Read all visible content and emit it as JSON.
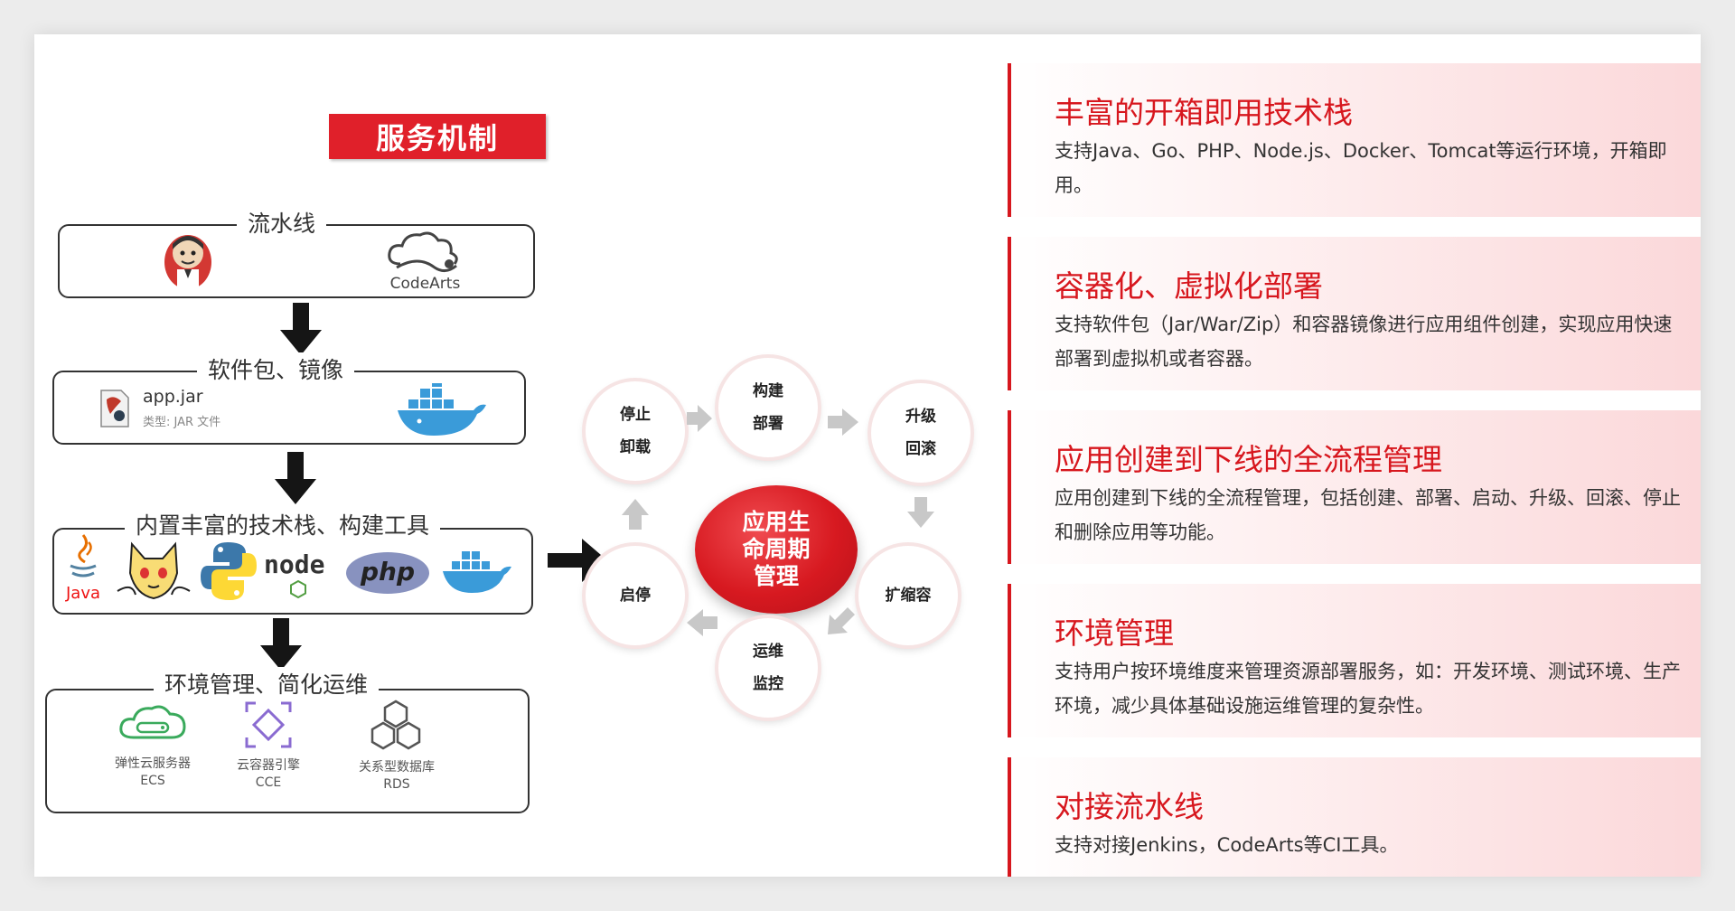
{
  "title": "服务机制",
  "pipeline": {
    "label": "流水线",
    "codearts_caption": "CodeArts"
  },
  "package": {
    "label": "软件包、镜像",
    "file_name": "app.jar",
    "file_type": "类型: JAR 文件"
  },
  "tech_stack": {
    "label": "内置丰富的技术栈、构建工具",
    "java_caption": "Java",
    "node_caption": "node",
    "php_caption": "php"
  },
  "environment": {
    "label": "环境管理、简化运维",
    "services": [
      {
        "name": "弹性云服务器",
        "abbr": "ECS"
      },
      {
        "name": "云容器引擎",
        "abbr": "CCE"
      },
      {
        "name": "关系型数据库",
        "abbr": "RDS"
      }
    ]
  },
  "lifecycle": {
    "center": [
      "应用生",
      "命周期",
      "管理"
    ],
    "nodes": {
      "build_deploy": [
        "构建",
        "部署"
      ],
      "upgrade_rollback": [
        "升级",
        "回滚"
      ],
      "scale": [
        "扩缩容"
      ],
      "ops_monitor": [
        "运维",
        "监控"
      ],
      "start_stop": [
        "启停"
      ],
      "stop_uninstall": [
        "停止",
        "卸载"
      ]
    }
  },
  "features": [
    {
      "title": "丰富的开箱即用技术栈",
      "text": "支持Java、Go、PHP、Node.js、Docker、Tomcat等运行环境，开箱即用。"
    },
    {
      "title": "容器化、虚拟化部署",
      "text": "支持软件包（Jar/War/Zip）和容器镜像进行应用组件创建，实现应用快速部署到虚拟机或者容器。"
    },
    {
      "title": "应用创建到下线的全流程管理",
      "text": "应用创建到下线的全流程管理，包括创建、部署、启动、升级、回滚、停止和删除应用等功能。"
    },
    {
      "title": "环境管理",
      "text": "支持用户按环境维度来管理资源部署服务，如：开发环境、测试环境、生产环境，减少具体基础设施运维管理的复杂性。"
    },
    {
      "title": "对接流水线",
      "text": "支持对接Jenkins，CodeArts等CI工具。"
    }
  ],
  "colors": {
    "accent_red": "#d7171e",
    "badge_red": "#e0202a",
    "card_tint": "#fbd8da",
    "arrow_gray": "#c8c8c8",
    "docker_blue": "#3a9bd9",
    "ecs_green": "#3aaa5c",
    "cce_purple": "#8a6bd1"
  },
  "icons": [
    "jenkins-icon",
    "codearts-icon",
    "jar-file-icon",
    "docker-icon",
    "java-icon",
    "tomcat-icon",
    "python-icon",
    "node-icon",
    "php-icon",
    "ecs-icon",
    "cce-icon",
    "rds-icon"
  ]
}
